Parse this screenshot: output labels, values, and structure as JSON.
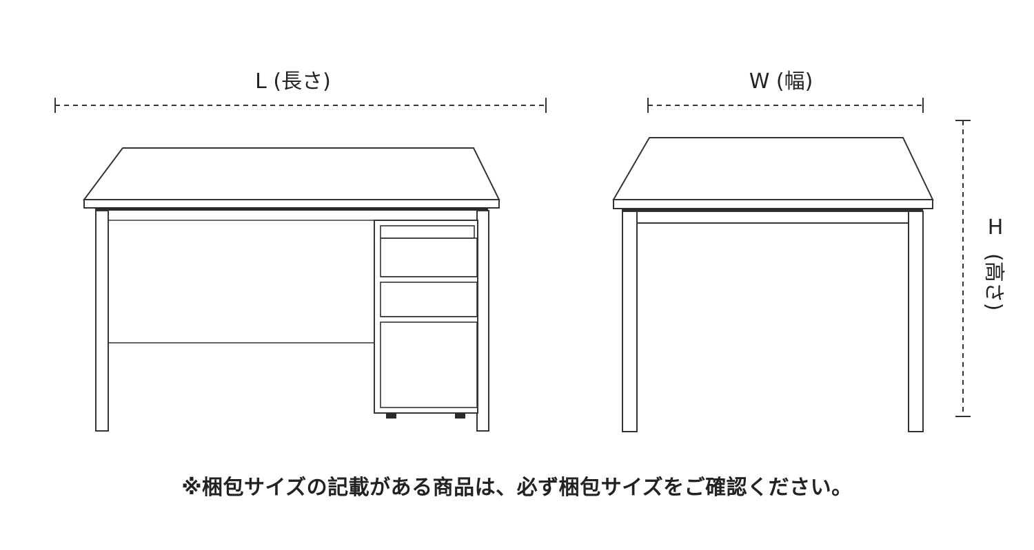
{
  "labels": {
    "length": "L (長さ)",
    "width": "W (幅)",
    "height_letter": "H",
    "height_paren": "(高さ)"
  },
  "note": "※梱包サイズの記載がある商品は、必ず梱包サイズをご確認ください。",
  "colors": {
    "line": "#333333",
    "background": "#ffffff"
  }
}
